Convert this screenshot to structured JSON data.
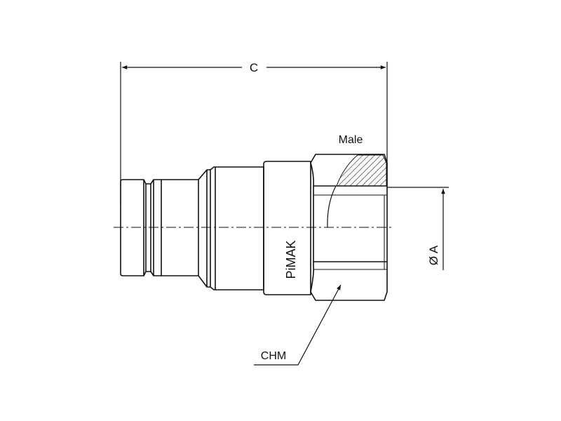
{
  "labels": {
    "dimension_c": "C",
    "male": "Male",
    "brand": "PiMAK",
    "diameter_a": "Ø A",
    "chm": "CHM"
  },
  "colors": {
    "line": "#111111",
    "background": "#ffffff"
  }
}
